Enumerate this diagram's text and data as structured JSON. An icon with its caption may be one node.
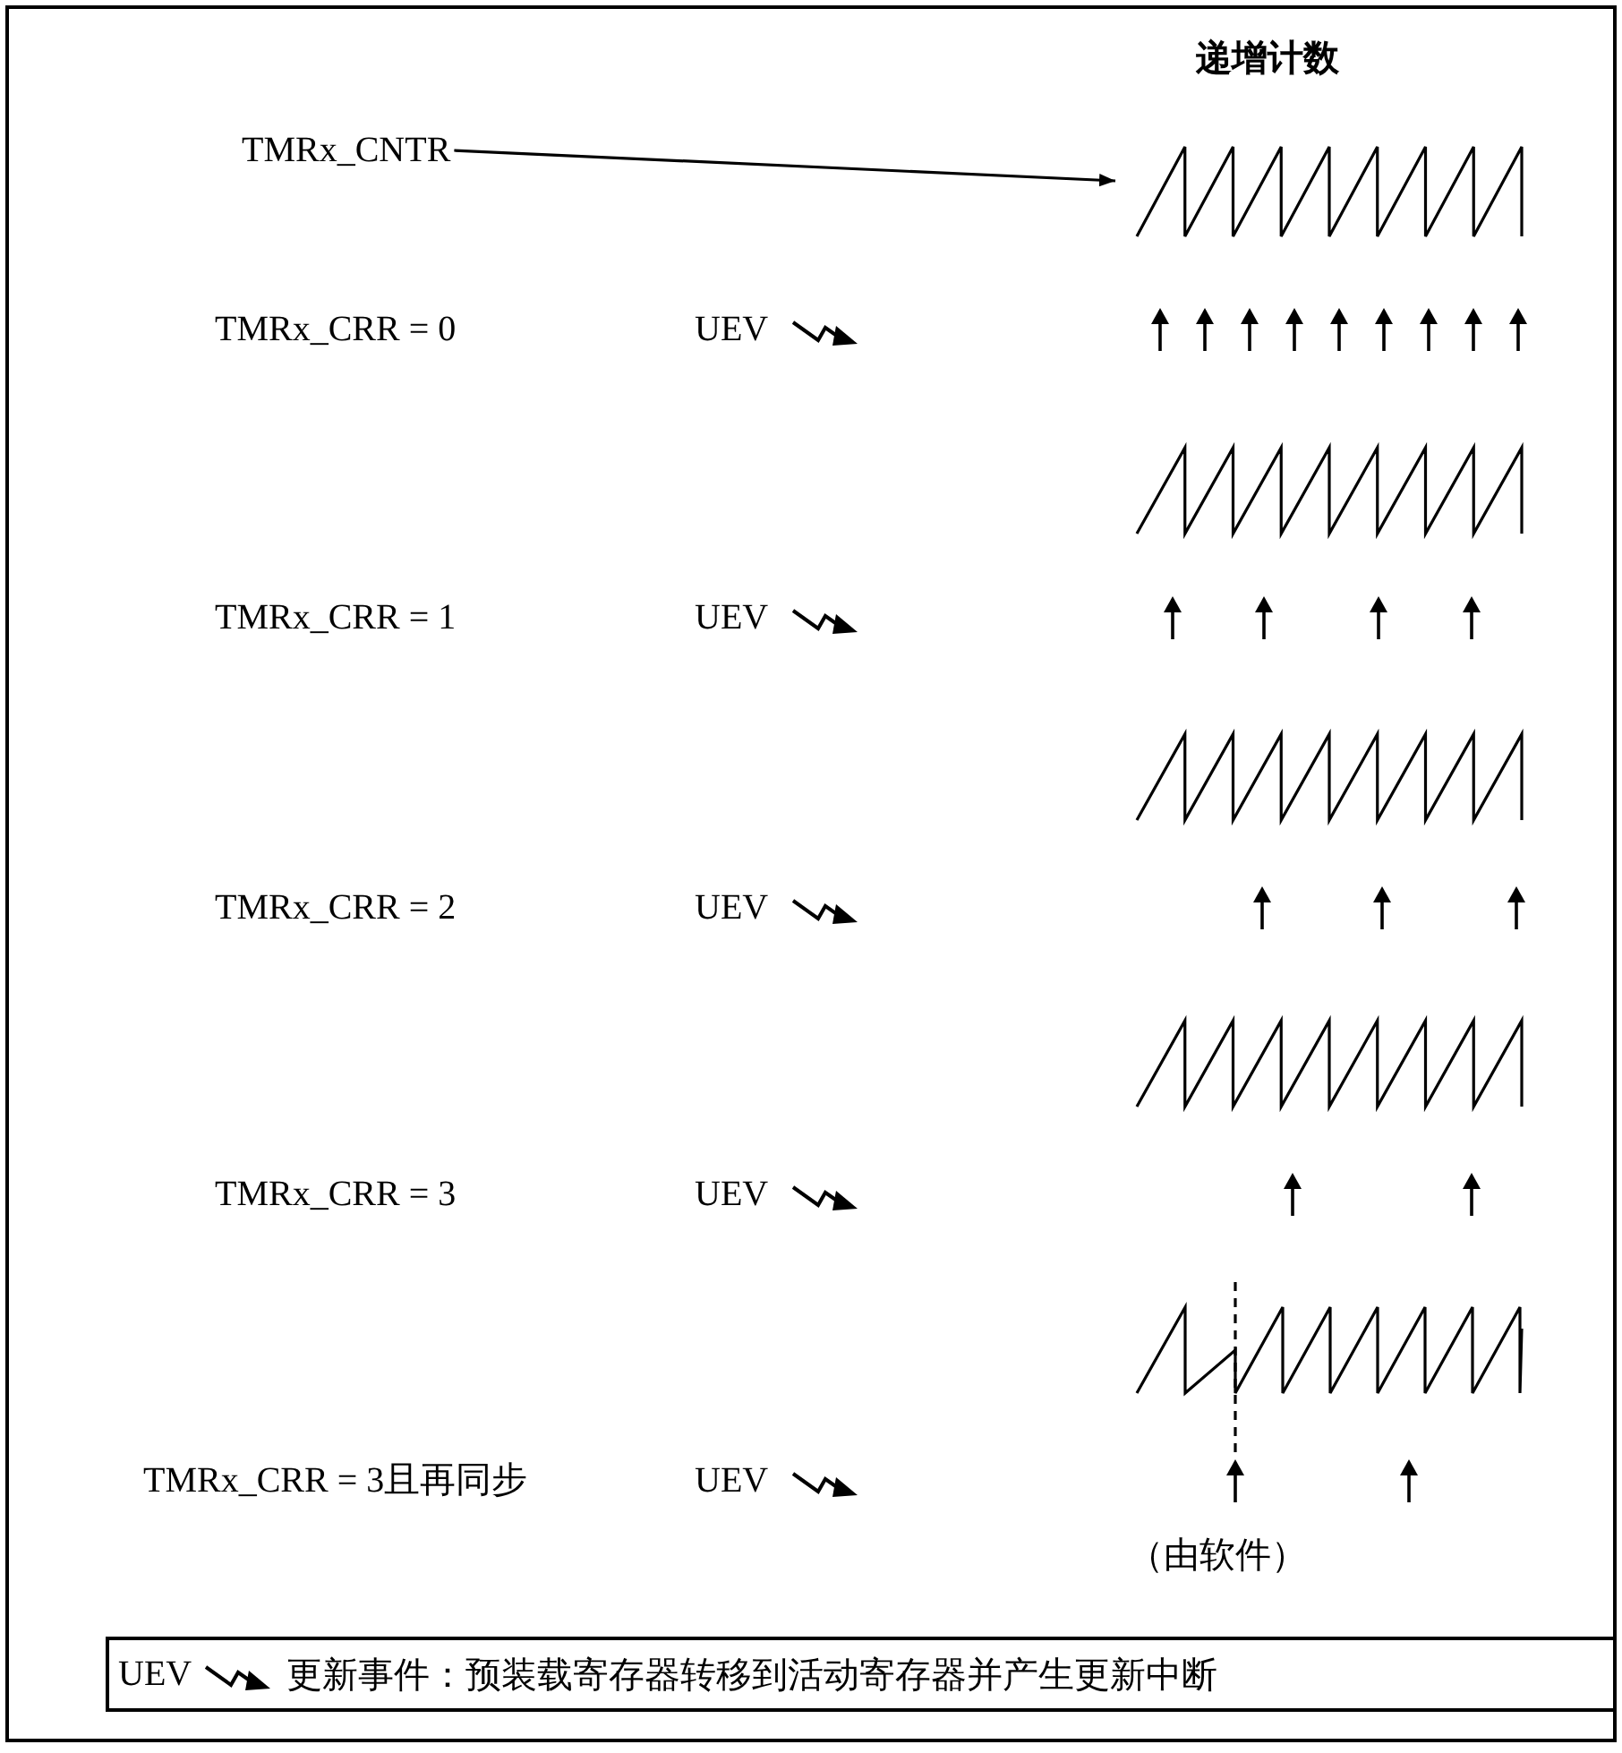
{
  "diagram": {
    "nodes": [
      {
        "text": [
          "TMRx_CNTR"
        ]
      },
      {
        "text": [],
        "shape": "picture"
      }
    ],
    "edges": [
      {
        "from": 0,
        "to": 1,
        "arrow": "to"
      }
    ],
    "labels": [
      "递增计数",
      "TMRx_CRR = 0",
      "UEV",
      "TMRx_CRR = 1",
      "UEV",
      "TMRx_CRR = 2",
      "UEV",
      "TMRx_CRR = 3",
      "UEV",
      "TMRx_CRR = 3且再同步",
      "UEV",
      "（由软件）",
      "UEV"
    ],
    "legend": [
      {
        "text": "更新事件：预装载寄存器转移到活动寄存器并产生更新中断"
      }
    ]
  }
}
